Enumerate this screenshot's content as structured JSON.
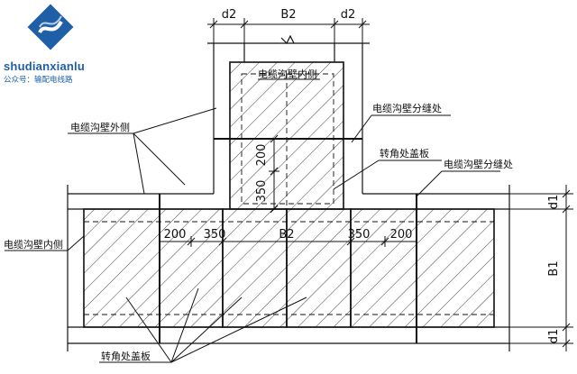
{
  "brand": {
    "name": "shudianxianlu",
    "subtitle": "公众号：输配电线路",
    "logo_color": "#1f5fa8",
    "logo_icon": "s-wave-diamond-icon"
  },
  "dimensions": {
    "top_left": "d2",
    "top_center": "B2",
    "top_right": "d2",
    "right_top": "d1",
    "right_middle": "B1",
    "right_bottom": "d1",
    "vertical_200": "200",
    "vertical_350": "350",
    "horizontal_200_left": "200",
    "horizontal_350_left": "350",
    "horizontal_b2": "B2",
    "horizontal_350_right": "350",
    "horizontal_200_right": "200"
  },
  "labels": {
    "inner_wall_branch": "电缆沟壁内侧",
    "inner_wall_main": "电缆沟壁内侧",
    "outer_wall": "电缆沟壁外侧",
    "joint_top": "电缆沟壁分缝处",
    "joint_right": "电缆沟壁分缝处",
    "corner_cover_top": "转角处盖板",
    "corner_cover_bottom": "转角处盖板"
  },
  "colors": {
    "line": "#111111",
    "hatch": "#444444",
    "brand": "#1f5fa8"
  }
}
